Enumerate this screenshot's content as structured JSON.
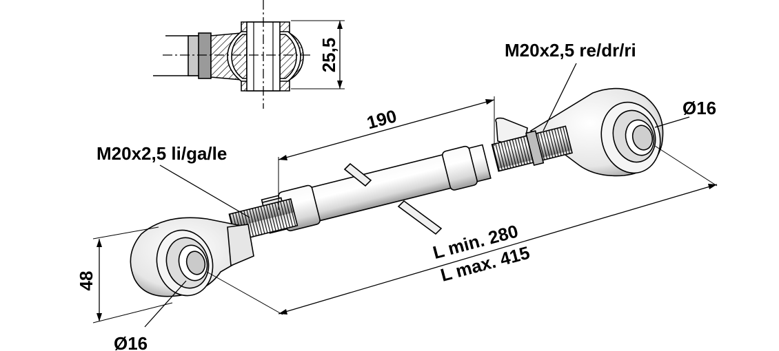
{
  "labels": {
    "thread_right": "M20x2,5 re/dr/ri",
    "thread_left": "M20x2,5 li/ga/le",
    "dia_right": "Ø16",
    "dia_left": "Ø16",
    "section_height": "25,5",
    "eye_height": "48",
    "tube_length": "190",
    "l_min": "L min. 280",
    "l_max": "L max. 415"
  }
}
